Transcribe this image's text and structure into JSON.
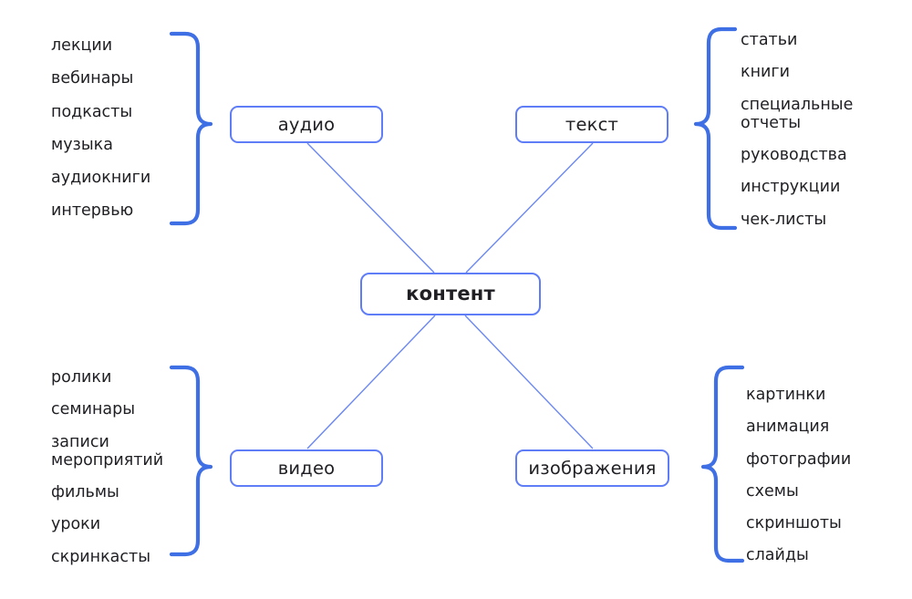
{
  "diagram": {
    "title": "контент",
    "center": {
      "label": "контент"
    },
    "branches": [
      {
        "key": "audio",
        "label": "аудио",
        "brace_side": "right",
        "items": [
          "лекции",
          "вебинары",
          "подкасты",
          "музыка",
          "аудиокниги",
          "интервью"
        ]
      },
      {
        "key": "text",
        "label": "текст",
        "brace_side": "left",
        "items": [
          "статьи",
          "книги",
          "специальные\nотчеты",
          "руководства",
          "инструкции",
          "чек-листы"
        ]
      },
      {
        "key": "video",
        "label": "видео",
        "brace_side": "right",
        "items": [
          "ролики",
          "семинары",
          "записи\nмероприятий",
          "фильмы",
          "уроки",
          "скринкасты"
        ]
      },
      {
        "key": "images",
        "label": "изображения",
        "brace_side": "left",
        "items": [
          "картинки",
          "анимация",
          "фотографии",
          "схемы",
          "скриншоты",
          "слайды"
        ]
      }
    ],
    "colors": {
      "node_border": "#5f7df7",
      "brace": "#3f6fe4",
      "edge": "#6b88f2",
      "text": "#1f1f24",
      "background": "#ffffff"
    }
  }
}
